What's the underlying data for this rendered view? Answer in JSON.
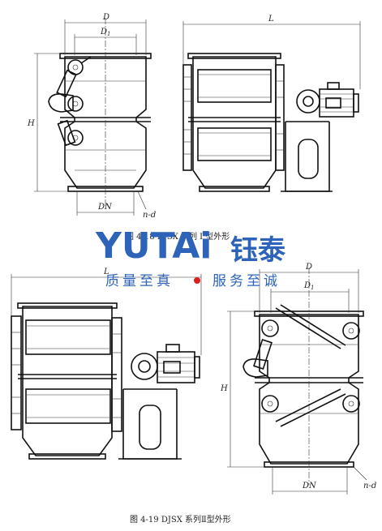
{
  "figures": [
    {
      "id": "fig-4-18",
      "caption": "图 4-18   DJSX 系列 I 型外形",
      "labels": {
        "D": "D",
        "D1": "D",
        "D1_sub": "1",
        "H": "H",
        "L": "L",
        "DN": "DN",
        "nd": "n-d"
      }
    },
    {
      "id": "fig-4-19",
      "caption": "图 4-19   DJSX 系列Ⅱ型外形",
      "labels": {
        "D": "D",
        "D1": "D",
        "D1_sub": "1",
        "H": "H",
        "L": "L",
        "DN": "DN",
        "nd": "n-d"
      }
    }
  ],
  "watermark": {
    "brand": "YUTAi",
    "brand_cn": "钰泰",
    "slogan_left": "质量至真",
    "slogan_right": "服务至诚",
    "color": "#2d63b8",
    "dot_color": "#d9201c"
  }
}
